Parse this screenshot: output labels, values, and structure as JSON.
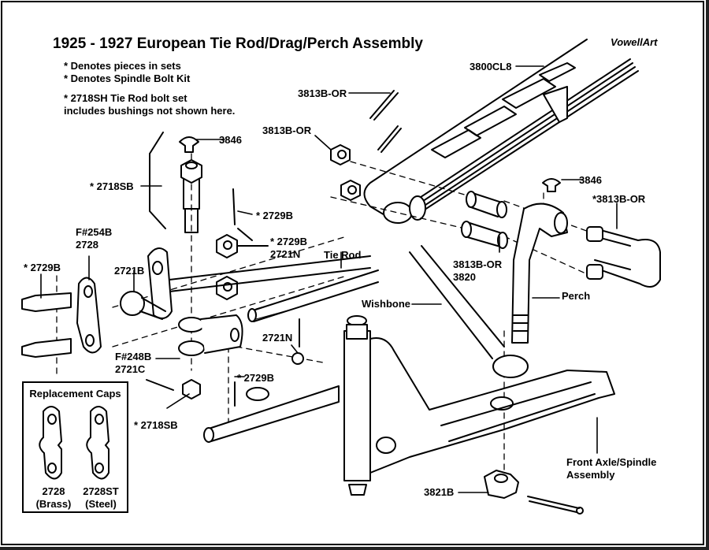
{
  "diagram": {
    "title": "1925 - 1927 European Tie Rod/Drag/Perch Assembly",
    "brand": "VowellArt",
    "notes": [
      "* Denotes pieces in sets",
      "* Denotes Spindle Bolt Kit",
      "* 2718SH Tie Rod bolt set",
      "includes bushings not shown here."
    ],
    "labels": {
      "spring": "3800CL8",
      "cotter_top": "3813B-OR",
      "nut_top": "3813B-OR",
      "grease_cap_left": "3846",
      "spindle_bolt_top": "* 2718SB",
      "cotter_2729b": "* 2729B",
      "nut_2729b": "* 2729B",
      "nut_2721n": "2721N",
      "f254b": "F#254B",
      "f254b_part": "2728",
      "bolt_2729b": "* 2729B",
      "ball_stud": "2721B",
      "tie_rod": "Tie Rod",
      "grease_cap_right": "3846",
      "shackle": "*3813B-OR",
      "bushing": "3813B-OR",
      "bushing_part": "3820",
      "perch": "Perch",
      "wishbone": "Wishbone",
      "castle_nut": "2721N",
      "f248b": "F#248B",
      "f248b_part": "2721C",
      "cotter_lower": "* 2729B",
      "spindle_bolt_bottom": "* 2718SB",
      "axle_line1": "Front Axle/Spindle",
      "axle_line2": "Assembly",
      "axle_nut": "3821B"
    },
    "replacement_caps": {
      "heading": "Replacement Caps",
      "items": [
        {
          "part": "2728",
          "material": "(Brass)"
        },
        {
          "part": "2728ST",
          "material": "(Steel)"
        }
      ]
    }
  }
}
